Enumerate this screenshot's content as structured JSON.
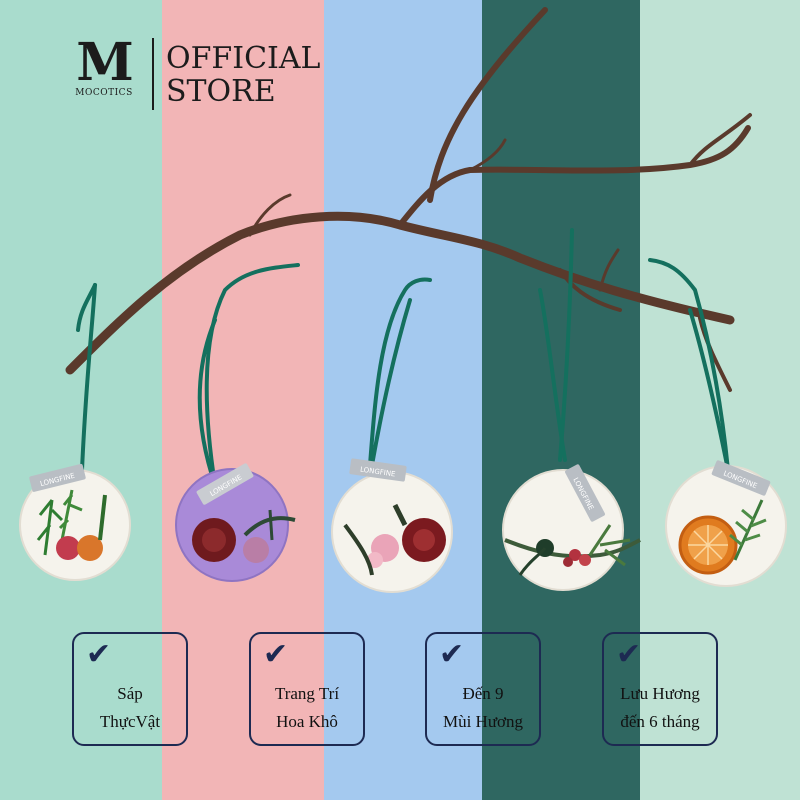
{
  "brand": {
    "logo_letter": "M",
    "logo_name": "MOCOTICS",
    "official_line1": "OFFICIAL",
    "official_line2": "STORE"
  },
  "colors": {
    "stripe_mint": "#a9dccd",
    "stripe_pink": "#f2b5b6",
    "stripe_blue": "#a4c9ef",
    "stripe_teal": "#2f6761",
    "stripe_light_mint": "#bfe2d4",
    "badge_navy": "#1d2a52",
    "ribbon_green": "#14705e",
    "branch_brown": "#5a3a2c"
  },
  "tag_label": "LONGFINE",
  "icons": {
    "badge_icon": "check-icon"
  },
  "features": [
    {
      "line1": "Sáp",
      "line2": "ThựcVật"
    },
    {
      "line1": "Trang Trí",
      "line2": "Hoa Khô"
    },
    {
      "line1": "Đến 9",
      "line2": "Mùi Hương"
    },
    {
      "line1": "Lưu Hương",
      "line2": "đến 6 tháng"
    }
  ]
}
